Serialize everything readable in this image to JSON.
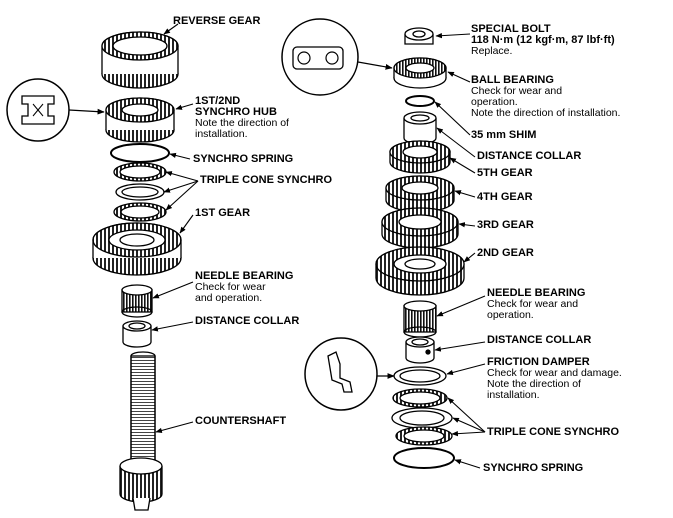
{
  "labels": {
    "reverse_gear": "REVERSE GEAR",
    "synchro_hub_title": "1ST/2ND",
    "synchro_hub_title2": "SYNCHRO HUB",
    "synchro_hub_note1": "Note the direction of",
    "synchro_hub_note2": "installation.",
    "synchro_spring_left": "SYNCHRO SPRING",
    "triple_cone_left": "TRIPLE CONE SYNCHRO",
    "first_gear": "1ST GEAR",
    "needle_left_title": "NEEDLE BEARING",
    "needle_left_note1": "Check for wear",
    "needle_left_note2": "and operation.",
    "distance_collar_left": "DISTANCE COLLAR",
    "countershaft": "COUNTERSHAFT",
    "special_bolt_title": "SPECIAL BOLT",
    "special_bolt_torque": "118 N·m (12 kgf·m, 87 lbf·ft)",
    "special_bolt_note": "Replace.",
    "ball_bearing_title": "BALL BEARING",
    "ball_bearing_note1": "Check for wear and",
    "ball_bearing_note2": "operation.",
    "ball_bearing_note3": "Note the direction of installation.",
    "shim": "35 mm SHIM",
    "distance_collar_right_top": "DISTANCE COLLAR",
    "fifth_gear": "5TH GEAR",
    "fourth_gear": "4TH GEAR",
    "third_gear": "3RD GEAR",
    "second_gear": "2ND GEAR",
    "needle_right_title": "NEEDLE BEARING",
    "needle_right_note1": "Check for wear and",
    "needle_right_note2": "operation.",
    "distance_collar_right_bottom": "DISTANCE COLLAR",
    "friction_damper_title": "FRICTION DAMPER",
    "friction_damper_note1": "Check for wear and damage.",
    "friction_damper_note2": "Note the direction of",
    "friction_damper_note3": "installation.",
    "triple_cone_right": "TRIPLE CONE SYNCHRO",
    "synchro_spring_right": "SYNCHRO SPRING"
  }
}
